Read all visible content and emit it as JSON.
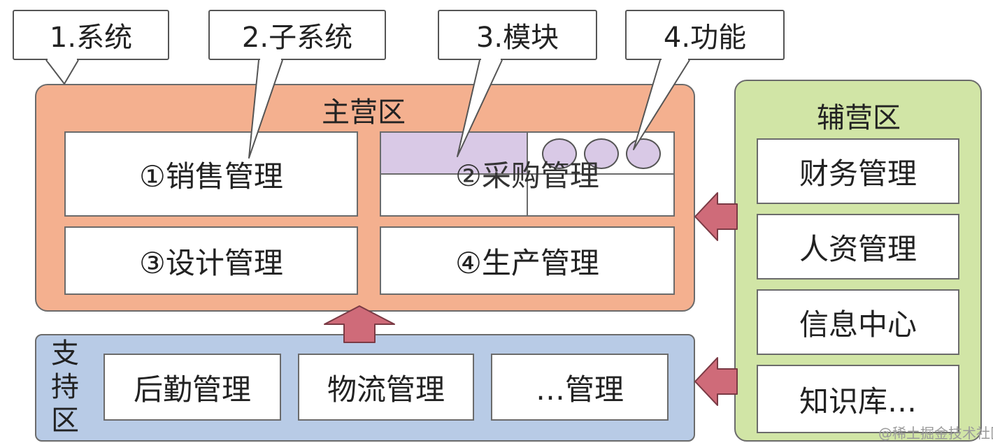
{
  "callouts": {
    "system": "1.系统",
    "subsystem": "2.子系统",
    "module": "3.模块",
    "function": "4.功能"
  },
  "main_zone": {
    "title": "主营区",
    "boxes": [
      "①销售管理",
      "②采购管理",
      "③设计管理",
      "④生产管理"
    ]
  },
  "aux_zone": {
    "title": "辅营区",
    "boxes": [
      "财务管理",
      "人资管理",
      "信息中心",
      "知识库…"
    ]
  },
  "support_zone": {
    "title": "支\n持\n区",
    "boxes": [
      "后勤管理",
      "物流管理",
      "…管理"
    ]
  },
  "watermark": "@稀土掘金技术社区",
  "colors": {
    "main_zone": "#f4b08f",
    "aux_zone": "#d1e5a6",
    "support_zone": "#b8cbe6",
    "highlight": "#d9c9e6",
    "arrow": "#cf6b79"
  }
}
